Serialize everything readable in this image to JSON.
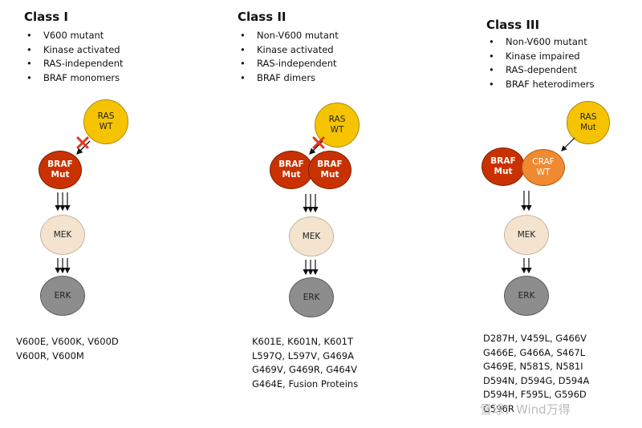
{
  "classes": [
    {
      "title": "Class I",
      "features": [
        "V600 mutant",
        "Kinase activated",
        "RAS-independent",
        "BRAF monomers"
      ],
      "ras": "RAS\nWT",
      "brafs": [
        "BRAF\nMut"
      ],
      "mek": "MEK",
      "erk": "ERK",
      "mutations": [
        "V600E, V600K, V600D",
        "V600R, V600M"
      ]
    },
    {
      "title": "Class II",
      "features": [
        "Non-V600 mutant",
        "Kinase activated",
        "RAS-independent",
        "BRAF dimers"
      ],
      "ras": "RAS\nWT",
      "brafs": [
        "BRAF\nMut",
        "BRAF\nMut"
      ],
      "mek": "MEK",
      "erk": "ERK",
      "mutations": [
        "K601E, K601N, K601T",
        "L597Q, L597V, G469A",
        "G469V, G469R, G464V",
        "G464E, Fusion Proteins"
      ]
    },
    {
      "title": "Class III",
      "features": [
        "Non-V600 mutant",
        "Kinase impaired",
        "RAS-dependent",
        "BRAF heterodimers"
      ],
      "ras": "RAS\nMut",
      "brafs": [
        "BRAF\nMut"
      ],
      "craf": "CRAF\nWT",
      "mek": "MEK",
      "erk": "ERK",
      "mutations": [
        "D287H, V459L, G466V",
        "G466E, G466A, S467L",
        "G469E, N581S, N581I",
        "D594N, D594G, D594A",
        "D594H, F595L, G596D",
        "G596R"
      ]
    }
  ],
  "watermark": "雪球：Wind万得",
  "colors": {
    "ras": "#f6c300",
    "braf": "#c93200",
    "craf": "#f08a30",
    "mek": "#f3e3cf",
    "erk": "#8d8d8d",
    "block_x": "#e8341c"
  }
}
